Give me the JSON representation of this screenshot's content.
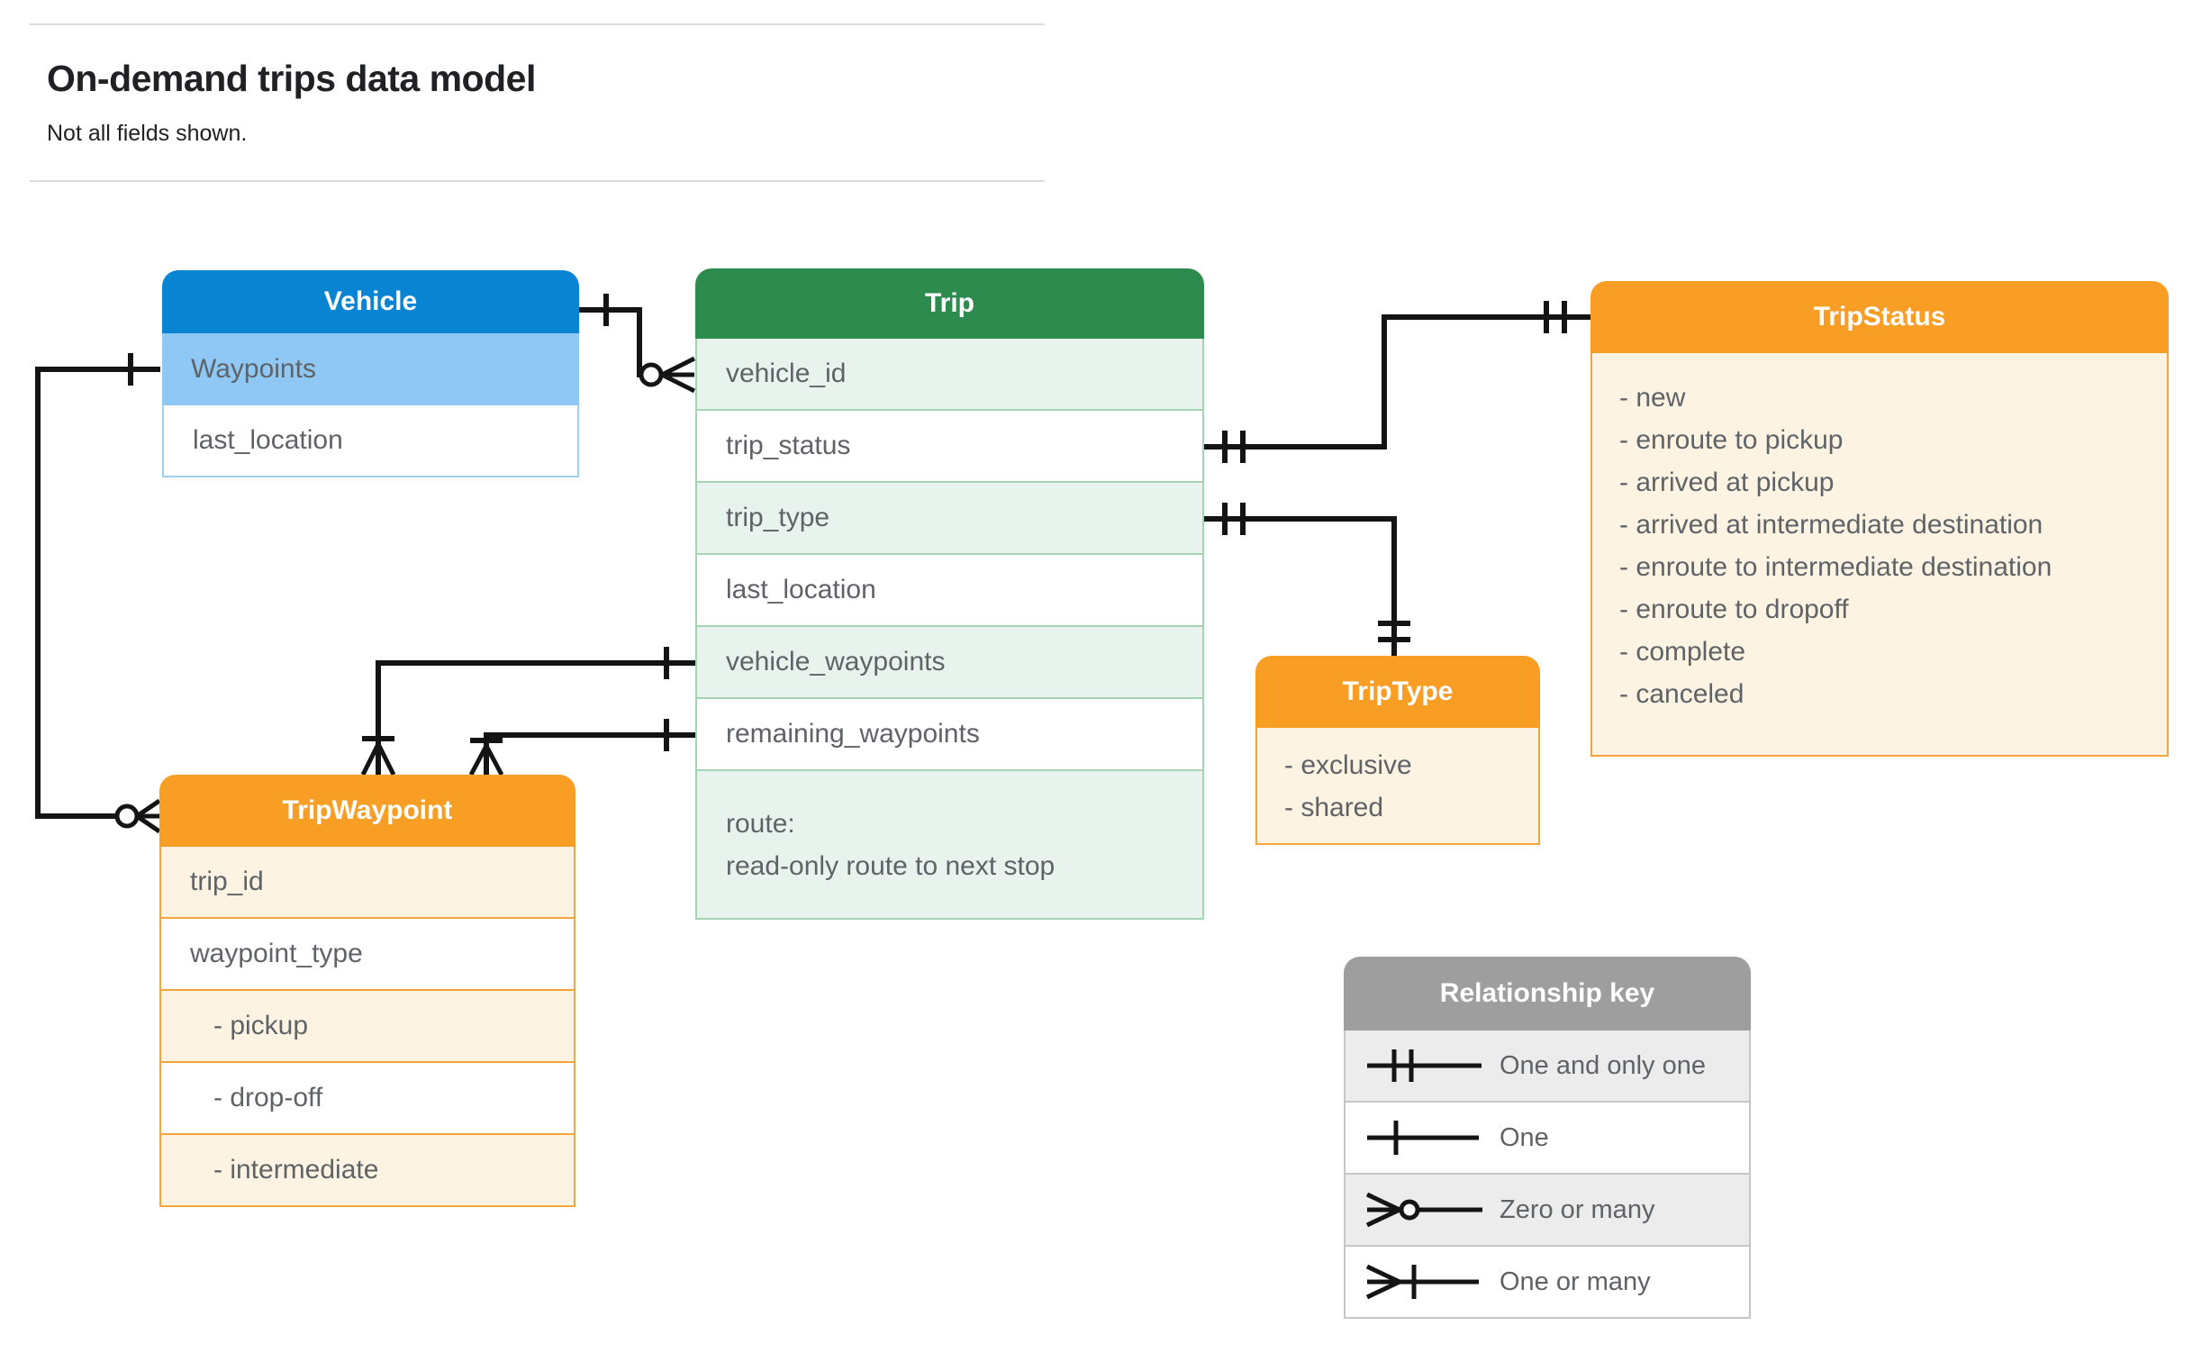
{
  "page": {
    "title": "On-demand trips data model",
    "subtitle": "Not all fields shown."
  },
  "colors": {
    "vehicle_header_blue": "#0984d3",
    "vehicle_highlight_blue": "#8fc8f4",
    "trip_header_green": "#2e8b4e",
    "trip_row_green": "#e9f3ee",
    "orange_header": "#f89e24",
    "orange_body_cream": "#fdf3e3",
    "legend_header_gray": "#9e9e9e",
    "legend_row_gray": "#ececec",
    "row_text_gray": "#5f6368",
    "wire_black": "#141414"
  },
  "entities": {
    "vehicle": {
      "title": "Vehicle",
      "rows": [
        {
          "label": "Waypoints"
        },
        {
          "label": "last_location"
        }
      ]
    },
    "trip": {
      "title": "Trip",
      "rows": [
        {
          "label": "vehicle_id"
        },
        {
          "label": "trip_status"
        },
        {
          "label": "trip_type"
        },
        {
          "label": "last_location"
        },
        {
          "label": "vehicle_waypoints"
        },
        {
          "label": "remaining_waypoints"
        },
        {
          "label": "route:",
          "sublabel": "read-only route to next stop"
        }
      ]
    },
    "trip_status": {
      "title": "TripStatus",
      "items": [
        "- new",
        "- enroute to pickup",
        "- arrived at pickup",
        "- arrived at intermediate destination",
        "- enroute to intermediate destination",
        "- enroute to dropoff",
        "- complete",
        "- canceled"
      ]
    },
    "trip_type": {
      "title": "TripType",
      "items": [
        "- exclusive",
        "- shared"
      ]
    },
    "trip_waypoint": {
      "title": "TripWaypoint",
      "rows": [
        {
          "label": "trip_id"
        },
        {
          "label": "waypoint_type"
        },
        {
          "label": "- pickup"
        },
        {
          "label": "- drop-off"
        },
        {
          "label": "- intermediate"
        }
      ]
    }
  },
  "legend": {
    "title": "Relationship key",
    "rows": [
      {
        "symbol": "one-and-only-one-icon",
        "label": "One and only one"
      },
      {
        "symbol": "one-icon",
        "label": "One"
      },
      {
        "symbol": "zero-or-many-icon",
        "label": "Zero or many"
      },
      {
        "symbol": "one-or-many-icon",
        "label": "One or many"
      }
    ]
  }
}
